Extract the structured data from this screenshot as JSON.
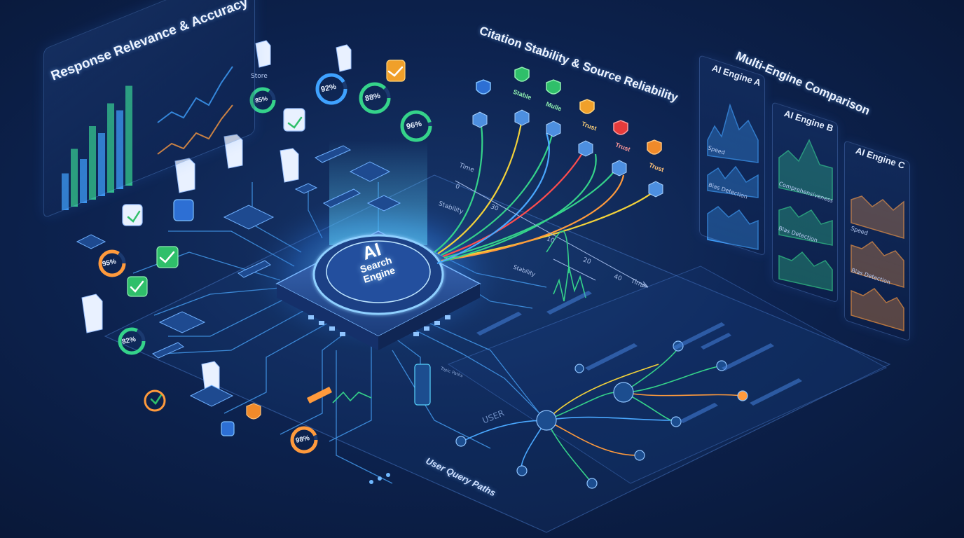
{
  "titles": {
    "relevance": "Response Relevance & Accuracy",
    "citation": "Citation Stability & Source Reliability",
    "comparison": "Multi-Engine Comparison",
    "query_paths": "User Query Paths"
  },
  "chip": {
    "line1": "AI",
    "line2": "Search",
    "line3": "Engine"
  },
  "left_panel": {
    "store_label": "Store",
    "bars": [
      0.35,
      0.55,
      0.42,
      0.7,
      0.6,
      0.85,
      0.75,
      0.95
    ]
  },
  "percentages": {
    "p92": "92%",
    "p88": "88%",
    "p96": "96%",
    "p85": "85%",
    "p95": "95%",
    "p82": "82%",
    "p98": "98%"
  },
  "citation": {
    "sources": [
      "Stable",
      "Mulle",
      "Trust",
      "Trust",
      "Trust"
    ],
    "axis": {
      "time_top": "Time",
      "time_bottom": "Time",
      "stability": "Stability",
      "ticks": [
        "0",
        "30",
        "10",
        "20",
        "40"
      ]
    },
    "stability_small": "Stability"
  },
  "engines": [
    {
      "name": "AI Engine A",
      "labels": [
        "Speed",
        "Bias Detection"
      ],
      "color": "#3fa2ff"
    },
    {
      "name": "AI Engine B",
      "labels": [
        "Comprehensiveness",
        "Bias Detection"
      ],
      "color": "#35d38a"
    },
    {
      "name": "AI Engine C",
      "labels": [
        "Speed",
        "Bias Detection"
      ],
      "color": "#ff9a3c"
    }
  ],
  "query": {
    "user_label": "USER",
    "topic_label": "Topic Paths"
  },
  "colors": {
    "accent": "#3fa2ff",
    "green": "#35d38a",
    "orange": "#ff9a3c",
    "red": "#ff4d4d",
    "yellow": "#f3d23a",
    "glow": "#5fd6ff"
  }
}
